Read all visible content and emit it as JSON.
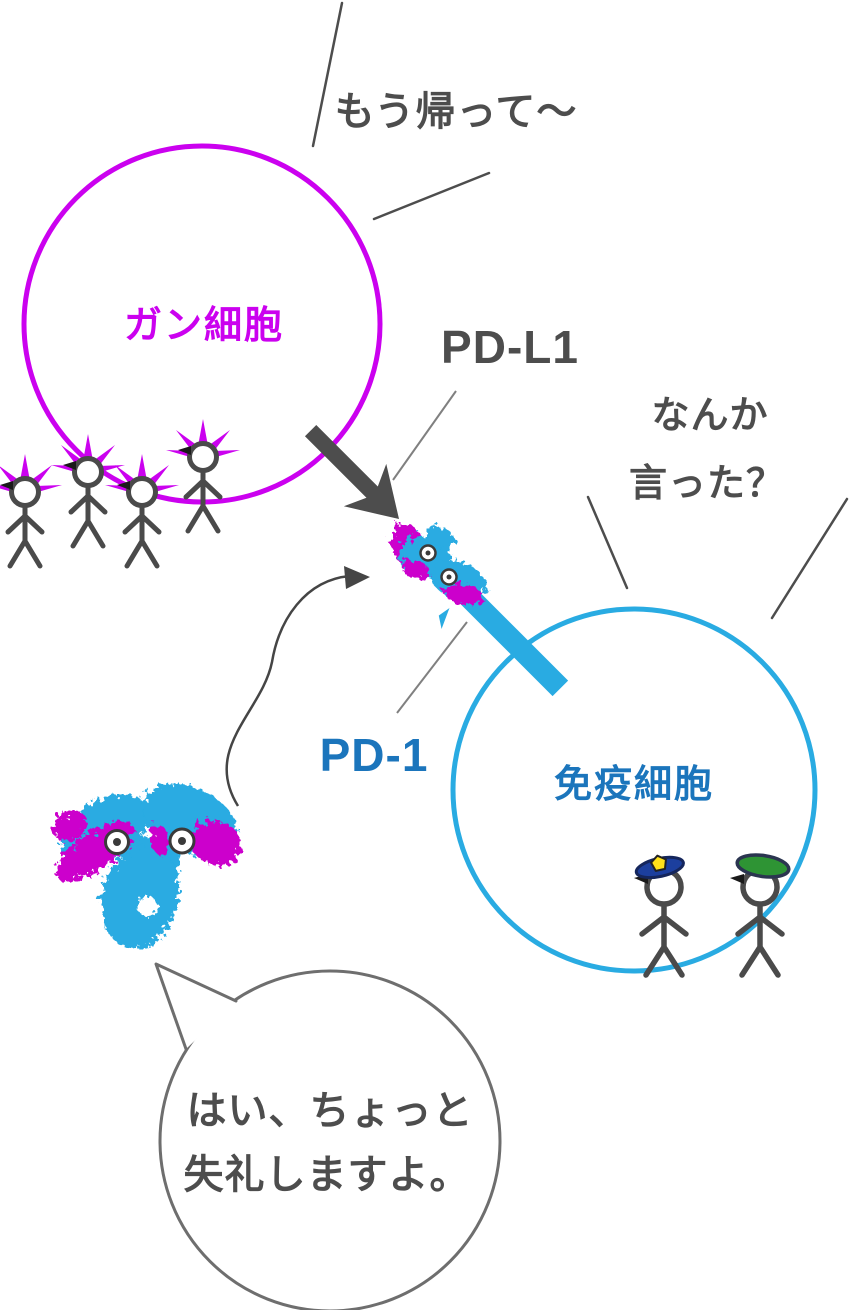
{
  "diagram_title": "PD-1 / PD-L1 immune checkpoint cartoon",
  "colors": {
    "magenta": "#cb01ef",
    "cell_blue": "#29abe2",
    "label_blue": "#1b75bc",
    "dark_gray": "#4d4d4d",
    "molecule_magenta": "#cc00cc",
    "police_hat_blue": "#1c3f9e",
    "badge_yellow": "#ffe11a",
    "beret_green": "#2e9434"
  },
  "cancer_cell": {
    "label": "ガン細胞",
    "speech": "もう帰って〜"
  },
  "immune_cell": {
    "label": "免疫細胞",
    "speech_line1": "なんか",
    "speech_line2": "言った？"
  },
  "receptors": {
    "pdl1_label": "PD-L1",
    "pd1_label": "PD-1"
  },
  "antibody_bubble": {
    "line1": "はい、ちょっと",
    "line2": "失礼しますよ。"
  }
}
